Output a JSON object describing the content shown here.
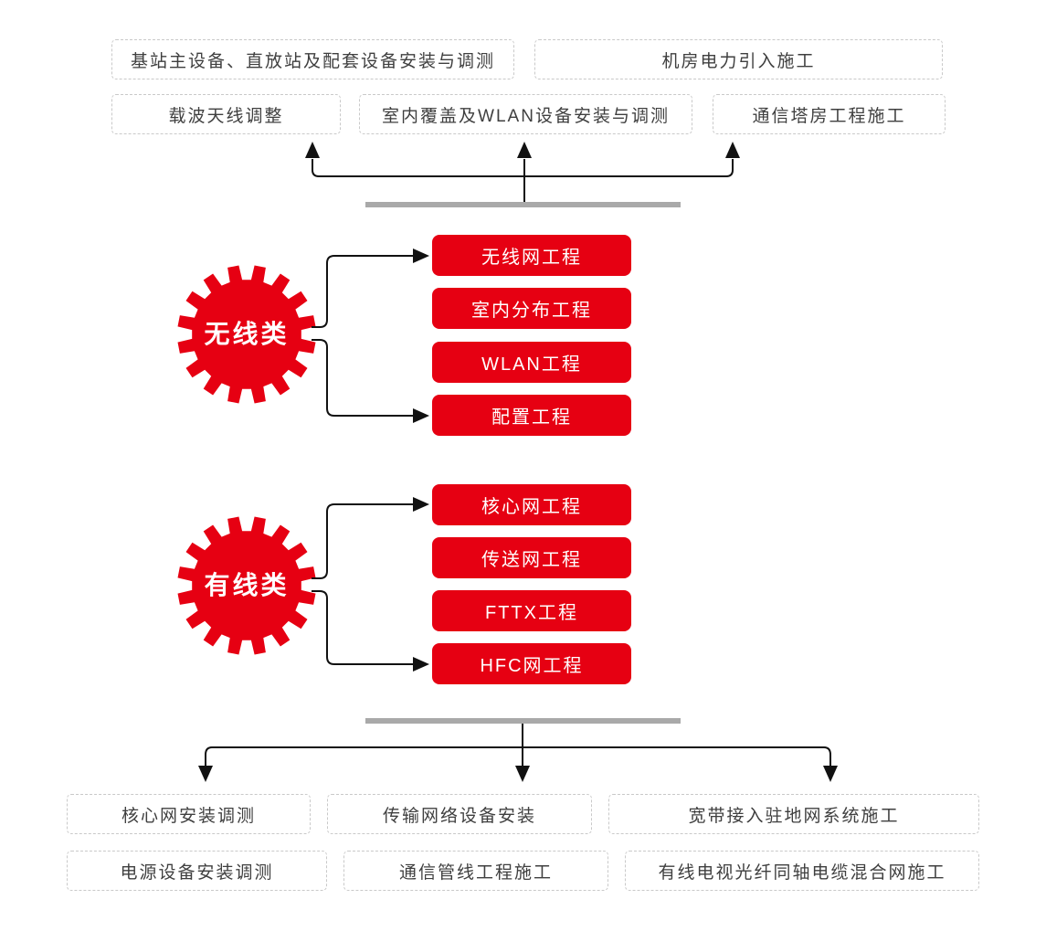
{
  "colors": {
    "accent_red": "#e60012",
    "bar_gray": "#a9a9a9",
    "dashed_border": "#c9c9c9",
    "box_text": "#3f3f3f",
    "connector": "#111111"
  },
  "wireless_group": {
    "gear_label": "无线类",
    "projects": [
      "无线网工程",
      "室内分布工程",
      "WLAN工程",
      "配置工程"
    ],
    "outputs_row1": [
      "基站主设备、直放站及配套设备安装与调测",
      "机房电力引入施工"
    ],
    "outputs_row2": [
      "载波天线调整",
      "室内覆盖及WLAN设备安装与调测",
      "通信塔房工程施工"
    ]
  },
  "wired_group": {
    "gear_label": "有线类",
    "projects": [
      "核心网工程",
      "传送网工程",
      "FTTX工程",
      "HFC网工程"
    ],
    "outputs_row1": [
      "核心网安装调测",
      "传输网络设备安装",
      "宽带接入驻地网系统施工"
    ],
    "outputs_row2": [
      "电源设备安装调测",
      "通信管线工程施工",
      "有线电视光纤同轴电缆混合网施工"
    ]
  }
}
